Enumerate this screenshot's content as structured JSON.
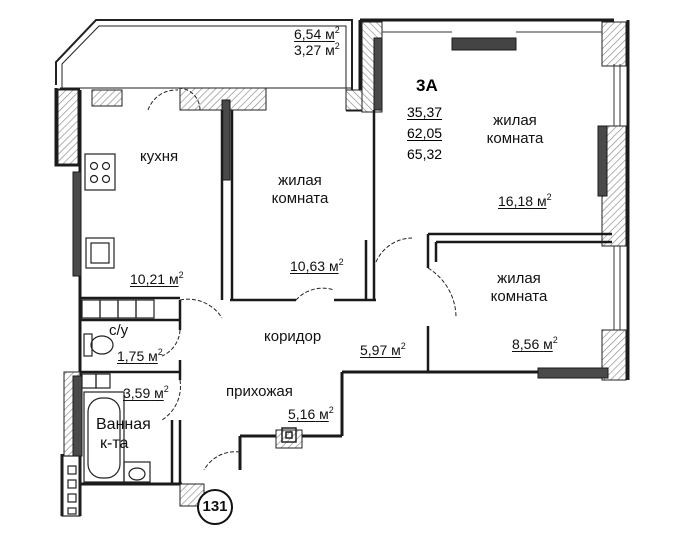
{
  "apartment": {
    "type": "3А",
    "living_area": "35,37",
    "total_area": "62,05",
    "total_area_with_balcony": "65,32",
    "number": "131"
  },
  "area_unit": "м",
  "area_exponent": "2",
  "balcony": {
    "area": "6,54",
    "reduced_area": "3,27"
  },
  "rooms": [
    {
      "id": "kitchen",
      "name": "кухня",
      "area": "10,21"
    },
    {
      "id": "living1",
      "name_line1": "жилая",
      "name_line2": "комната",
      "area": "10,63"
    },
    {
      "id": "living2",
      "name_line1": "жилая",
      "name_line2": "комната",
      "area": "16,18"
    },
    {
      "id": "living3",
      "name_line1": "жилая",
      "name_line2": "комната",
      "area": "8,56"
    },
    {
      "id": "corridor",
      "name": "коридор",
      "area": "5,97"
    },
    {
      "id": "hall",
      "name": "прихожая",
      "area": "5,16"
    },
    {
      "id": "toilet",
      "name": "с/у",
      "area": "1,75"
    },
    {
      "id": "bath",
      "name_line1": "Ванная",
      "name_line2": "к-та",
      "area": "3,59"
    }
  ],
  "colors": {
    "wall": "#1a1a1a",
    "wall_dark": "#555555",
    "hatch": "#9a9a9a",
    "line": "#222222",
    "background": "#ffffff"
  }
}
